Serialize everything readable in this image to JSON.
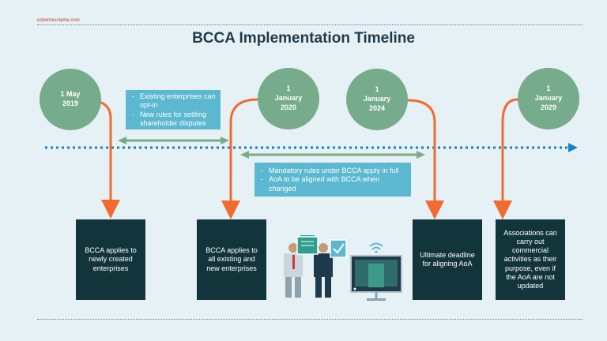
{
  "brand_text": "osbornesclarke.com",
  "title": "BCCA Implementation Timeline",
  "milestones": [
    {
      "label": "1 May\n2019"
    },
    {
      "label": "1\nJanuary\n2020"
    },
    {
      "label": "1\nJanuary\n2024"
    },
    {
      "label": "1\nJanuary\n2029"
    }
  ],
  "note_optin": [
    "Existing enterprises can opt-in",
    "New rules for settling shareholder disputes"
  ],
  "note_mandatory": [
    "Mandatory rules under BCCA apply in full",
    "AoA to be aligned with BCCA when changed"
  ],
  "boxes": [
    {
      "text": "BCCA applies to newly created enterprises"
    },
    {
      "text": "BCCA applies to all existing and new enterprises"
    },
    {
      "text": "Ultimate deadline for aligning AoA"
    },
    {
      "text": "Associations can carry out commercial activities as their purpose, even if the AoA are not updated"
    }
  ],
  "colors": {
    "background": "#e6f1f5",
    "circle": "#76ab8b",
    "arrow_orange": "#f26a30",
    "timeline_blue": "#1a7fc1",
    "note_blue": "#5bb8d0",
    "box_dark": "#12343b",
    "period_green": "#76ab8b"
  },
  "illustration": {
    "icons": [
      "people-meeting-icon",
      "checklist-board-icon",
      "monitor-building-icon",
      "wifi-icon"
    ]
  }
}
